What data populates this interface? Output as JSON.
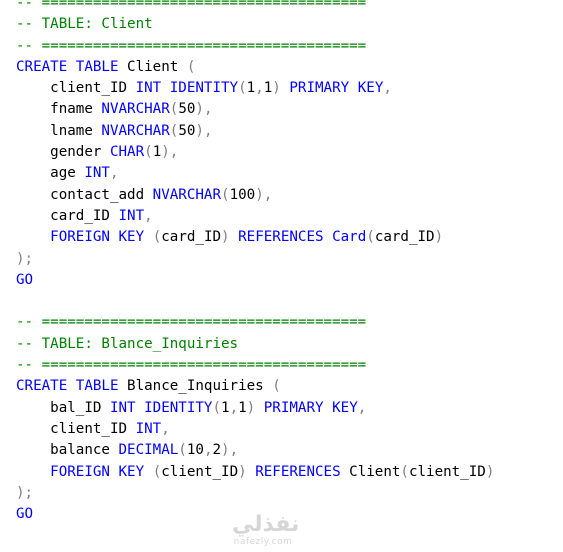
{
  "colors": {
    "keyword": "#0000ff",
    "comment": "#008000",
    "punctuation": "#808080",
    "identifier": "#000000",
    "background": "#ffffff"
  },
  "sql": {
    "lines": [
      [
        {
          "c": "cm",
          "t": "-- ======================================"
        }
      ],
      [
        {
          "c": "cm",
          "t": "-- TABLE: Client"
        }
      ],
      [
        {
          "c": "cm",
          "t": "-- ======================================"
        }
      ],
      [
        {
          "c": "kw",
          "t": "CREATE"
        },
        {
          "c": "",
          "t": " "
        },
        {
          "c": "kw",
          "t": "TABLE"
        },
        {
          "c": "",
          "t": " Client "
        },
        {
          "c": "gy",
          "t": "("
        }
      ],
      [
        {
          "c": "",
          "t": "    client_ID "
        },
        {
          "c": "kw",
          "t": "INT"
        },
        {
          "c": "",
          "t": " "
        },
        {
          "c": "kw",
          "t": "IDENTITY"
        },
        {
          "c": "gy",
          "t": "("
        },
        {
          "c": "",
          "t": "1"
        },
        {
          "c": "gy",
          "t": ","
        },
        {
          "c": "",
          "t": "1"
        },
        {
          "c": "gy",
          "t": ")"
        },
        {
          "c": "",
          "t": " "
        },
        {
          "c": "kw",
          "t": "PRIMARY"
        },
        {
          "c": "",
          "t": " "
        },
        {
          "c": "kw",
          "t": "KEY"
        },
        {
          "c": "gy",
          "t": ","
        }
      ],
      [
        {
          "c": "",
          "t": "    fname "
        },
        {
          "c": "kw",
          "t": "NVARCHAR"
        },
        {
          "c": "gy",
          "t": "("
        },
        {
          "c": "",
          "t": "50"
        },
        {
          "c": "gy",
          "t": "),"
        }
      ],
      [
        {
          "c": "",
          "t": "    lname "
        },
        {
          "c": "kw",
          "t": "NVARCHAR"
        },
        {
          "c": "gy",
          "t": "("
        },
        {
          "c": "",
          "t": "50"
        },
        {
          "c": "gy",
          "t": "),"
        }
      ],
      [
        {
          "c": "",
          "t": "    gender "
        },
        {
          "c": "kw",
          "t": "CHAR"
        },
        {
          "c": "gy",
          "t": "("
        },
        {
          "c": "",
          "t": "1"
        },
        {
          "c": "gy",
          "t": "),"
        }
      ],
      [
        {
          "c": "",
          "t": "    age "
        },
        {
          "c": "kw",
          "t": "INT"
        },
        {
          "c": "gy",
          "t": ","
        }
      ],
      [
        {
          "c": "",
          "t": "    contact_add "
        },
        {
          "c": "kw",
          "t": "NVARCHAR"
        },
        {
          "c": "gy",
          "t": "("
        },
        {
          "c": "",
          "t": "100"
        },
        {
          "c": "gy",
          "t": "),"
        }
      ],
      [
        {
          "c": "",
          "t": "    card_ID "
        },
        {
          "c": "kw",
          "t": "INT"
        },
        {
          "c": "gy",
          "t": ","
        }
      ],
      [
        {
          "c": "",
          "t": "    "
        },
        {
          "c": "kw",
          "t": "FOREIGN"
        },
        {
          "c": "",
          "t": " "
        },
        {
          "c": "kw",
          "t": "KEY"
        },
        {
          "c": "",
          "t": " "
        },
        {
          "c": "gy",
          "t": "("
        },
        {
          "c": "",
          "t": "card_ID"
        },
        {
          "c": "gy",
          "t": ")"
        },
        {
          "c": "",
          "t": " "
        },
        {
          "c": "kw",
          "t": "REFERENCES"
        },
        {
          "c": "",
          "t": " "
        },
        {
          "c": "kw",
          "t": "Card"
        },
        {
          "c": "gy",
          "t": "("
        },
        {
          "c": "",
          "t": "card_ID"
        },
        {
          "c": "gy",
          "t": ")"
        }
      ],
      [
        {
          "c": "gy",
          "t": ");"
        }
      ],
      [
        {
          "c": "kw",
          "t": "GO"
        }
      ],
      [],
      [
        {
          "c": "cm",
          "t": "-- ======================================"
        }
      ],
      [
        {
          "c": "cm",
          "t": "-- TABLE: Blance_Inquiries"
        }
      ],
      [
        {
          "c": "cm",
          "t": "-- ======================================"
        }
      ],
      [
        {
          "c": "kw",
          "t": "CREATE"
        },
        {
          "c": "",
          "t": " "
        },
        {
          "c": "kw",
          "t": "TABLE"
        },
        {
          "c": "",
          "t": " Blance_Inquiries "
        },
        {
          "c": "gy",
          "t": "("
        }
      ],
      [
        {
          "c": "",
          "t": "    bal_ID "
        },
        {
          "c": "kw",
          "t": "INT"
        },
        {
          "c": "",
          "t": " "
        },
        {
          "c": "kw",
          "t": "IDENTITY"
        },
        {
          "c": "gy",
          "t": "("
        },
        {
          "c": "",
          "t": "1"
        },
        {
          "c": "gy",
          "t": ","
        },
        {
          "c": "",
          "t": "1"
        },
        {
          "c": "gy",
          "t": ")"
        },
        {
          "c": "",
          "t": " "
        },
        {
          "c": "kw",
          "t": "PRIMARY"
        },
        {
          "c": "",
          "t": " "
        },
        {
          "c": "kw",
          "t": "KEY"
        },
        {
          "c": "gy",
          "t": ","
        }
      ],
      [
        {
          "c": "",
          "t": "    client_ID "
        },
        {
          "c": "kw",
          "t": "INT"
        },
        {
          "c": "gy",
          "t": ","
        }
      ],
      [
        {
          "c": "",
          "t": "    balance "
        },
        {
          "c": "kw",
          "t": "DECIMAL"
        },
        {
          "c": "gy",
          "t": "("
        },
        {
          "c": "",
          "t": "10"
        },
        {
          "c": "gy",
          "t": ","
        },
        {
          "c": "",
          "t": "2"
        },
        {
          "c": "gy",
          "t": "),"
        }
      ],
      [
        {
          "c": "",
          "t": "    "
        },
        {
          "c": "kw",
          "t": "FOREIGN"
        },
        {
          "c": "",
          "t": " "
        },
        {
          "c": "kw",
          "t": "KEY"
        },
        {
          "c": "",
          "t": " "
        },
        {
          "c": "gy",
          "t": "("
        },
        {
          "c": "",
          "t": "client_ID"
        },
        {
          "c": "gy",
          "t": ")"
        },
        {
          "c": "",
          "t": " "
        },
        {
          "c": "kw",
          "t": "REFERENCES"
        },
        {
          "c": "",
          "t": " Client"
        },
        {
          "c": "gy",
          "t": "("
        },
        {
          "c": "",
          "t": "client_ID"
        },
        {
          "c": "gy",
          "t": ")"
        }
      ],
      [
        {
          "c": "gy",
          "t": ");"
        }
      ],
      [
        {
          "c": "kw",
          "t": "GO"
        }
      ]
    ]
  },
  "watermark": {
    "logo_text": "نفذلي",
    "site_text": "nafezly.com"
  }
}
